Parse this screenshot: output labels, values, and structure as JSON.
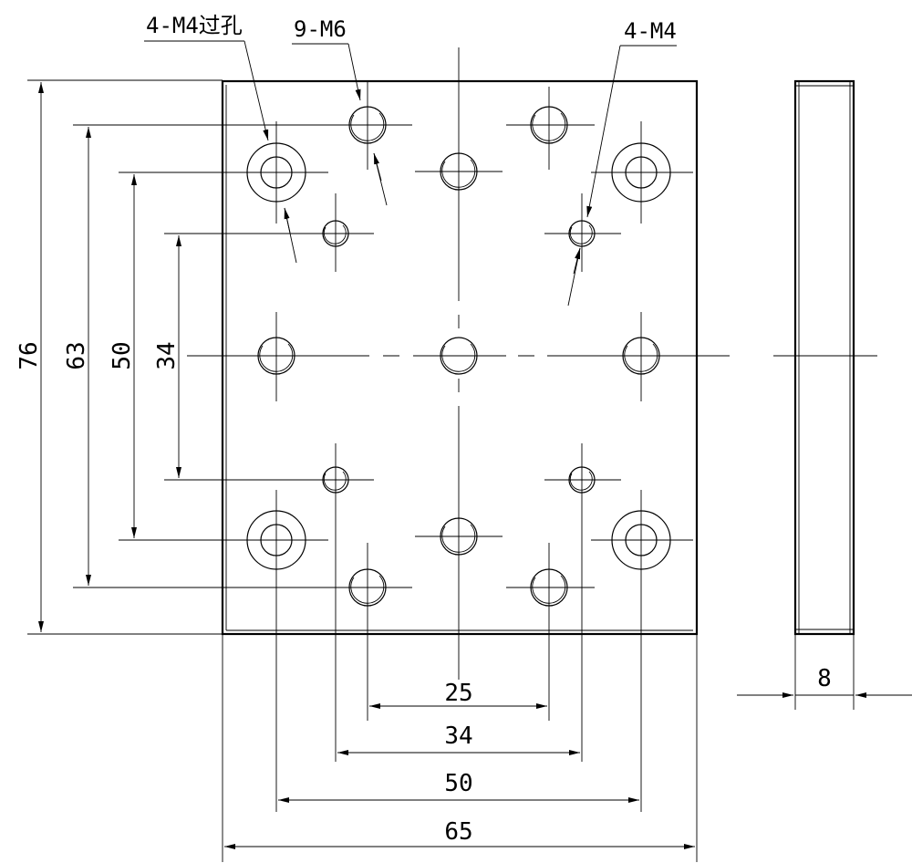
{
  "callouts": {
    "through_holes": "4-M4过孔",
    "m6_holes": "9-M6",
    "m4_holes": "4-M4"
  },
  "dimensions": {
    "height_76": "76",
    "height_63": "63",
    "height_50": "50",
    "height_34": "34",
    "width_25": "25",
    "width_34": "34",
    "width_50": "50",
    "width_65": "65",
    "thickness_8": "8"
  }
}
